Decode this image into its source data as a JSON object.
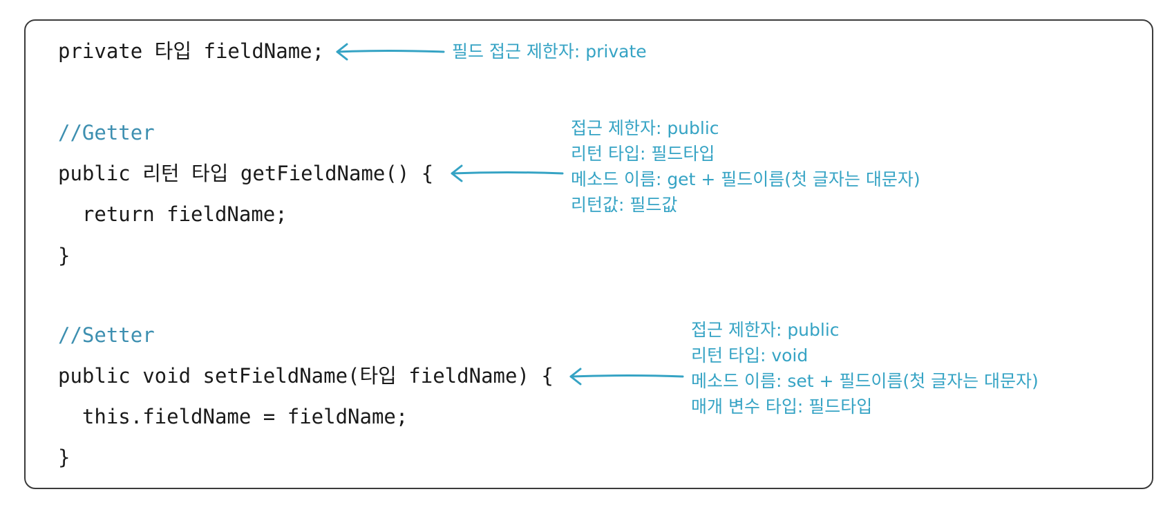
{
  "code": {
    "line_private": "private 타입 fieldName;",
    "comment_getter": "//Getter",
    "line_getter_sig": "public 리턴 타입 getFieldName() {",
    "line_getter_body": "  return fieldName;",
    "line_getter_close": "}",
    "comment_setter": "//Setter",
    "line_setter_sig": "public void setFieldName(타입 fieldName) {",
    "line_setter_body": "  this.fieldName = fieldName;",
    "line_setter_close": "}"
  },
  "annotations": {
    "private_field": "필드 접근 제한자: private",
    "getter": [
      "접근 제한자: public",
      "리턴 타입: 필드타입",
      "메소드 이름: get + 필드이름(첫 글자는 대문자)",
      "리턴값: 필드값"
    ],
    "setter": [
      "접근 제한자: public",
      "리턴 타입: void",
      "메소드 이름: set + 필드이름(첫 글자는 대문자)",
      "매개 변수 타입: 필드타입"
    ]
  },
  "colors": {
    "annotation": "#35a3c4",
    "comment": "#3d8fb0",
    "code": "#1a1a1a",
    "border": "#3a3a3a"
  }
}
